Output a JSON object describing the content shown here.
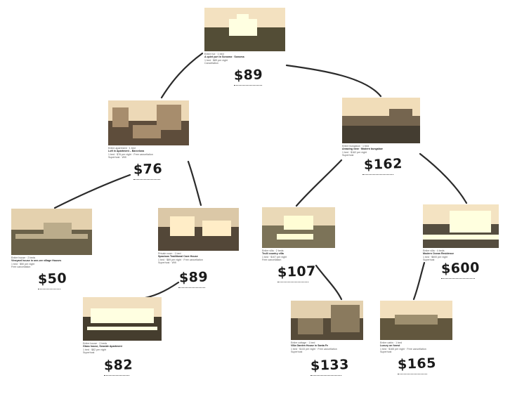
{
  "listings": [
    {
      "id": "root",
      "price": "$89",
      "cols": {
        "sky": "#c8c6c2",
        "ground": "#4a4a30",
        "accent": "#efe9df"
      },
      "lines": [
        "Entire hut · 1 bed",
        "A quiet yurt in Sonoma · Sonoma",
        "1 bed · $89 per night",
        "Cancellation"
      ]
    },
    {
      "id": "left",
      "price": "$76",
      "cols": {
        "sky": "#c6bfb5",
        "ground": "#5b4537",
        "accent": "#9a7b62"
      },
      "lines": [
        "Entire apartment · 1 bed",
        "Loft in Apartment – Barcelona",
        "1 bed · $76 per night · Free cancellation",
        "Superhost · Wifi"
      ]
    },
    {
      "id": "right",
      "price": "$162",
      "cols": {
        "sky": "#c9c3b5",
        "ground": "#3d3a33",
        "accent": "#6b5a4a"
      },
      "lines": [
        "Entire bungalow · 1 bed",
        "Amazing view · Modern bungalow",
        "1 bed · $162 per night",
        "Superhost"
      ]
    },
    {
      "id": "ll",
      "price": "$50",
      "cols": {
        "sky": "#bfb9ab",
        "ground": "#5d5a44",
        "accent": "#9e9a86"
      },
      "lines": [
        "Entire house · 2 beds",
        "Vineyard house in one-ore village Houses",
        "1 bed · $50 per night",
        "Free cancellation"
      ]
    },
    {
      "id": "lr",
      "price": "$89",
      "cols": {
        "sky": "#b9b0a4",
        "ground": "#4e4136",
        "accent": "#d6d0c5"
      },
      "lines": [
        "Private room · 1 bed",
        "Spacious Traditional Cave House",
        "1 bed · $89 per night · Free cancellation",
        "Superhost · Wifi"
      ]
    },
    {
      "id": "rl",
      "price": "$107",
      "cols": {
        "sky": "#c2c0b6",
        "ground": "#6b6a52",
        "accent": "#e3ded2"
      },
      "lines": [
        "Entire villa · 2 beds",
        "Trulli country villa",
        "1 bed · $107 per night",
        "Free cancellation"
      ]
    },
    {
      "id": "rr",
      "price": "$600",
      "cols": {
        "sky": "#c9c8c4",
        "ground": "#4b4741",
        "accent": "#ebe6de"
      },
      "lines": [
        "Entire villa · 4 beds",
        "Modern Ocean Residence",
        "1 bed · $600 per night",
        "Superhost"
      ]
    },
    {
      "id": "lrl",
      "price": "$82",
      "cols": {
        "sky": "#c7c5c0",
        "ground": "#41392c",
        "accent": "#efe9de"
      },
      "lines": [
        "Entire house · 2 beds",
        "Glass house, Seaside Apartment",
        "1 bed · $82 per night",
        "Superhost"
      ]
    },
    {
      "id": "rll",
      "price": "$133",
      "cols": {
        "sky": "#beb8ac",
        "ground": "#4f4635",
        "accent": "#7c6d56"
      },
      "lines": [
        "Entire cottage · 1 bed",
        "Villa Garden House in Santa Fe",
        "1 bed · $133 per night · Free cancellation",
        "Superhost"
      ]
    },
    {
      "id": "rrl",
      "price": "$165",
      "cols": {
        "sky": "#c9c6bd",
        "ground": "#5a5136",
        "accent": "#8a8066"
      },
      "lines": [
        "Entire cabin · 1 bed",
        "Luxury on forest",
        "1 bed · $165 per night · Free cancellation",
        "Superhost"
      ]
    }
  ],
  "line_color": "#2b2b2b"
}
